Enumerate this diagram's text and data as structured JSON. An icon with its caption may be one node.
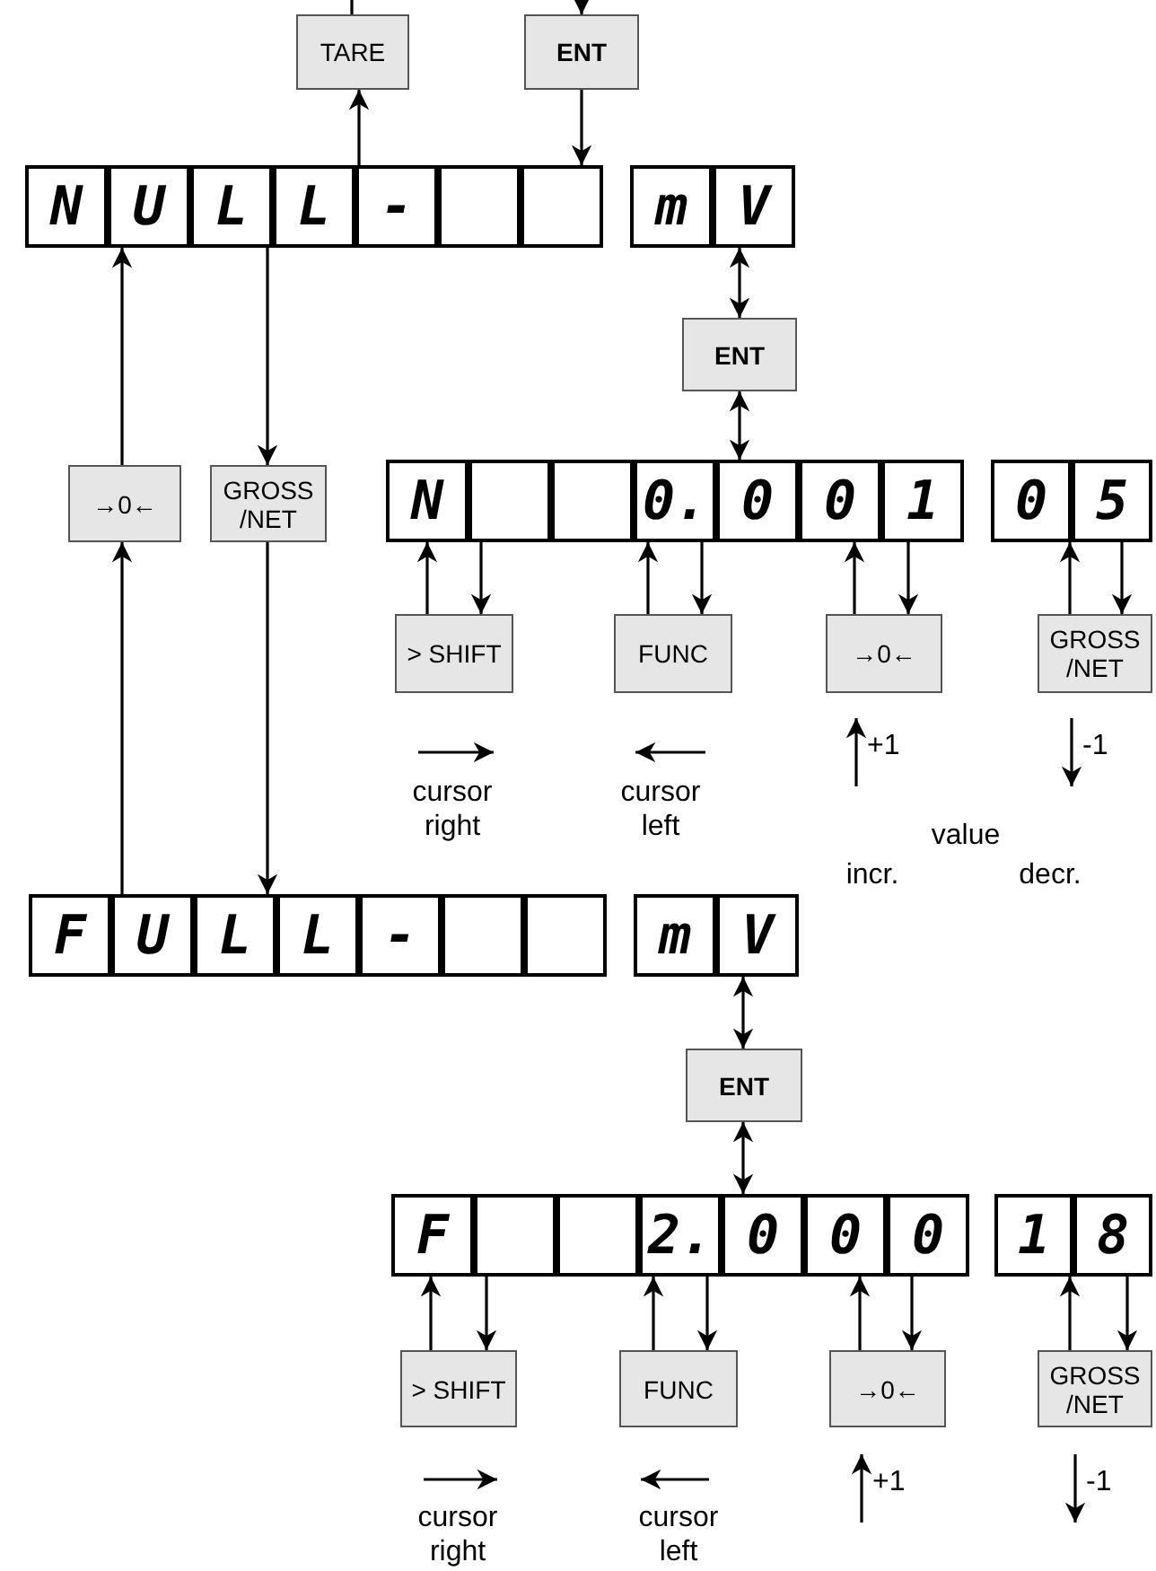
{
  "diagram": {
    "nodes": [
      {
        "text": [
          "TARE"
        ]
      },
      {
        "text": [
          "ENT"
        ]
      },
      {
        "text": [
          "N"
        ]
      },
      {
        "text": [
          "U"
        ]
      },
      {
        "text": [
          "L"
        ]
      },
      {
        "text": [
          "L"
        ]
      },
      {
        "text": [
          "-"
        ]
      },
      {
        "text": [],
        "shape": "box"
      },
      {
        "text": [],
        "shape": "box"
      },
      {
        "text": [
          "m"
        ]
      },
      {
        "text": [
          "V"
        ]
      },
      {
        "text": [
          "ENT"
        ]
      },
      {
        "text": [
          "→0←"
        ]
      },
      {
        "text": [
          "GROSS /NET"
        ]
      },
      {
        "text": [
          "N"
        ]
      },
      {
        "text": [],
        "shape": "box"
      },
      {
        "text": [],
        "shape": "box"
      },
      {
        "text": [
          "0."
        ]
      },
      {
        "text": [
          "0"
        ]
      },
      {
        "text": [
          "0"
        ]
      },
      {
        "text": [
          "1"
        ]
      },
      {
        "text": [
          "0"
        ]
      },
      {
        "text": [
          "5"
        ]
      },
      {
        "text": [
          "> SHIFT"
        ]
      },
      {
        "text": [
          "FUNC"
        ]
      },
      {
        "text": [
          "→0←"
        ]
      },
      {
        "text": [
          "GROSS /NET"
        ]
      },
      {
        "text": [
          "F"
        ]
      },
      {
        "text": [
          "U"
        ]
      },
      {
        "text": [
          "L"
        ]
      },
      {
        "text": [
          "L"
        ]
      },
      {
        "text": [
          "-"
        ]
      },
      {
        "text": [],
        "shape": "box"
      },
      {
        "text": [],
        "shape": "box"
      },
      {
        "text": [
          "m"
        ]
      },
      {
        "text": [
          "V"
        ]
      },
      {
        "text": [
          "ENT"
        ]
      },
      {
        "text": [
          "F"
        ]
      },
      {
        "text": [],
        "shape": "box"
      },
      {
        "text": [],
        "shape": "box"
      },
      {
        "text": [
          "2."
        ]
      },
      {
        "text": [
          "0"
        ]
      },
      {
        "text": [
          "0"
        ]
      },
      {
        "text": [
          "0"
        ]
      },
      {
        "text": [
          "1"
        ]
      },
      {
        "text": [
          "8"
        ]
      },
      {
        "text": [
          "> SHIFT"
        ]
      },
      {
        "text": [
          "FUNC"
        ]
      },
      {
        "text": [
          "→0←"
        ]
      },
      {
        "text": [
          "GROSS /NET"
        ]
      }
    ],
    "edges": [
      {
        "from": 0,
        "to": null,
        "arrow": "none"
      },
      {
        "from": null,
        "to": 1,
        "arrow": "to"
      },
      {
        "from": 6,
        "to": 0,
        "arrow": "to"
      },
      {
        "from": 1,
        "to": 8,
        "arrow": "to"
      },
      {
        "from": 12,
        "to": 3,
        "arrow": "to"
      },
      {
        "from": 4,
        "to": 13,
        "arrow": "to"
      },
      {
        "from": 10,
        "to": 11,
        "arrow": "both"
      },
      {
        "from": 11,
        "to": 18,
        "arrow": "both"
      },
      {
        "from": 23,
        "to": 14,
        "arrow": "to"
      },
      {
        "from": 15,
        "to": 23,
        "arrow": "to"
      },
      {
        "from": 24,
        "to": 17,
        "arrow": "to"
      },
      {
        "from": 17,
        "to": 24,
        "arrow": "to"
      },
      {
        "from": 25,
        "to": 19,
        "arrow": "to"
      },
      {
        "from": 20,
        "to": 25,
        "arrow": "to"
      },
      {
        "from": 26,
        "to": 21,
        "arrow": "to"
      },
      {
        "from": 22,
        "to": 26,
        "arrow": "to"
      },
      {
        "from": 27,
        "to": 12,
        "arrow": "to"
      },
      {
        "from": 13,
        "to": 29,
        "arrow": "to"
      },
      {
        "from": 35,
        "to": 36,
        "arrow": "both"
      },
      {
        "from": 36,
        "to": 41,
        "arrow": "both"
      },
      {
        "from": 46,
        "to": 37,
        "arrow": "to"
      },
      {
        "from": 38,
        "to": 46,
        "arrow": "to"
      },
      {
        "from": 47,
        "to": 40,
        "arrow": "to"
      },
      {
        "from": 40,
        "to": 47,
        "arrow": "to"
      },
      {
        "from": 48,
        "to": 42,
        "arrow": "to"
      },
      {
        "from": 43,
        "to": 48,
        "arrow": "to"
      },
      {
        "from": 49,
        "to": 44,
        "arrow": "to"
      },
      {
        "from": 45,
        "to": 49,
        "arrow": "to"
      }
    ],
    "labels": [
      "+1",
      "-1",
      "cursor right",
      "cursor left",
      "value",
      "incr.",
      "decr.",
      "+1",
      "-1",
      "cursor right",
      "cursor left"
    ]
  }
}
